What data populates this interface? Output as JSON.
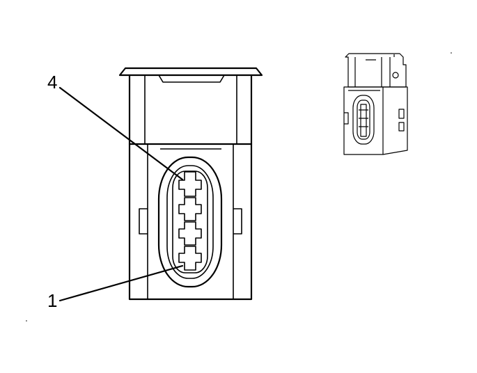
{
  "diagram": {
    "callouts": [
      {
        "id": "pin-4",
        "label": "4"
      },
      {
        "id": "pin-1",
        "label": "1"
      }
    ],
    "ink_color": "#000000",
    "background_color": "#ffffff"
  }
}
